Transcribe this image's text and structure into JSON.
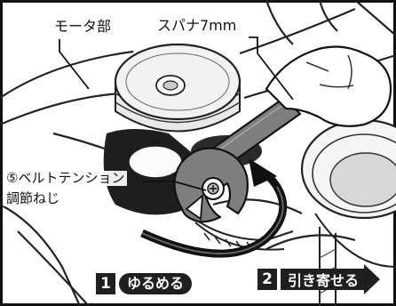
{
  "labels": {
    "motor": "モータ部",
    "spanner": "スパナ7mm",
    "bolt_line1": "⑤ベルトテンション",
    "bolt_line2": "調節ねじ"
  },
  "steps": [
    {
      "number": "1",
      "text": "ゆるめる"
    },
    {
      "number": "2",
      "text": "引き寄せる"
    }
  ]
}
